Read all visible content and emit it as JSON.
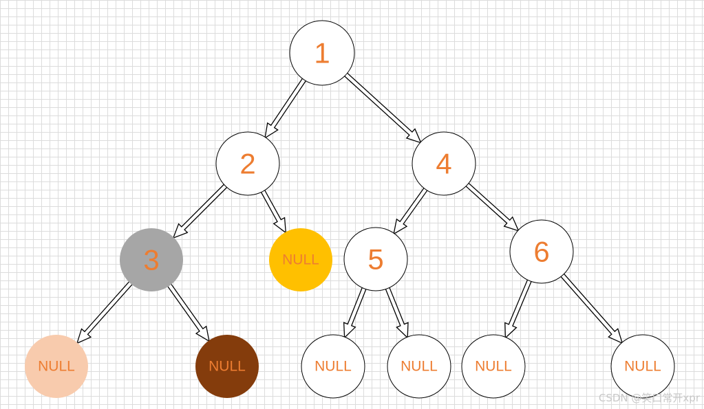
{
  "diagram": {
    "type": "binary-tree",
    "colors": {
      "label": "#ed7d31",
      "stroke": "#000000",
      "default_fill": "#ffffff",
      "gray_fill": "#a6a6a6",
      "gold_fill": "#ffc000",
      "peach_fill": "#f8cbad",
      "brown_fill": "#843c0c"
    },
    "nodes": [
      {
        "id": "n1",
        "label": "1",
        "fill": "#ffffff",
        "kind": "value"
      },
      {
        "id": "n2",
        "label": "2",
        "fill": "#ffffff",
        "kind": "value"
      },
      {
        "id": "n4",
        "label": "4",
        "fill": "#ffffff",
        "kind": "value"
      },
      {
        "id": "n3",
        "label": "3",
        "fill": "#a6a6a6",
        "kind": "value"
      },
      {
        "id": "n2n",
        "label": "NULL",
        "fill": "#ffc000",
        "kind": "null"
      },
      {
        "id": "n5",
        "label": "5",
        "fill": "#ffffff",
        "kind": "value"
      },
      {
        "id": "n6",
        "label": "6",
        "fill": "#ffffff",
        "kind": "value"
      },
      {
        "id": "n3l",
        "label": "NULL",
        "fill": "#f8cbad",
        "kind": "null"
      },
      {
        "id": "n3r",
        "label": "NULL",
        "fill": "#843c0c",
        "kind": "null"
      },
      {
        "id": "n5l",
        "label": "NULL",
        "fill": "#ffffff",
        "kind": "null"
      },
      {
        "id": "n5r",
        "label": "NULL",
        "fill": "#ffffff",
        "kind": "null"
      },
      {
        "id": "n6l",
        "label": "NULL",
        "fill": "#ffffff",
        "kind": "null"
      },
      {
        "id": "n6r",
        "label": "NULL",
        "fill": "#ffffff",
        "kind": "null"
      }
    ],
    "edges": [
      {
        "from": "n1",
        "to": "n2"
      },
      {
        "from": "n1",
        "to": "n4"
      },
      {
        "from": "n2",
        "to": "n3"
      },
      {
        "from": "n2",
        "to": "n2n"
      },
      {
        "from": "n4",
        "to": "n5"
      },
      {
        "from": "n4",
        "to": "n6"
      },
      {
        "from": "n3",
        "to": "n3l"
      },
      {
        "from": "n3",
        "to": "n3r"
      },
      {
        "from": "n5",
        "to": "n5l"
      },
      {
        "from": "n5",
        "to": "n5r"
      },
      {
        "from": "n6",
        "to": "n6l"
      },
      {
        "from": "n6",
        "to": "n6r"
      }
    ]
  },
  "watermark": "CSDN @笑口常开xpr"
}
